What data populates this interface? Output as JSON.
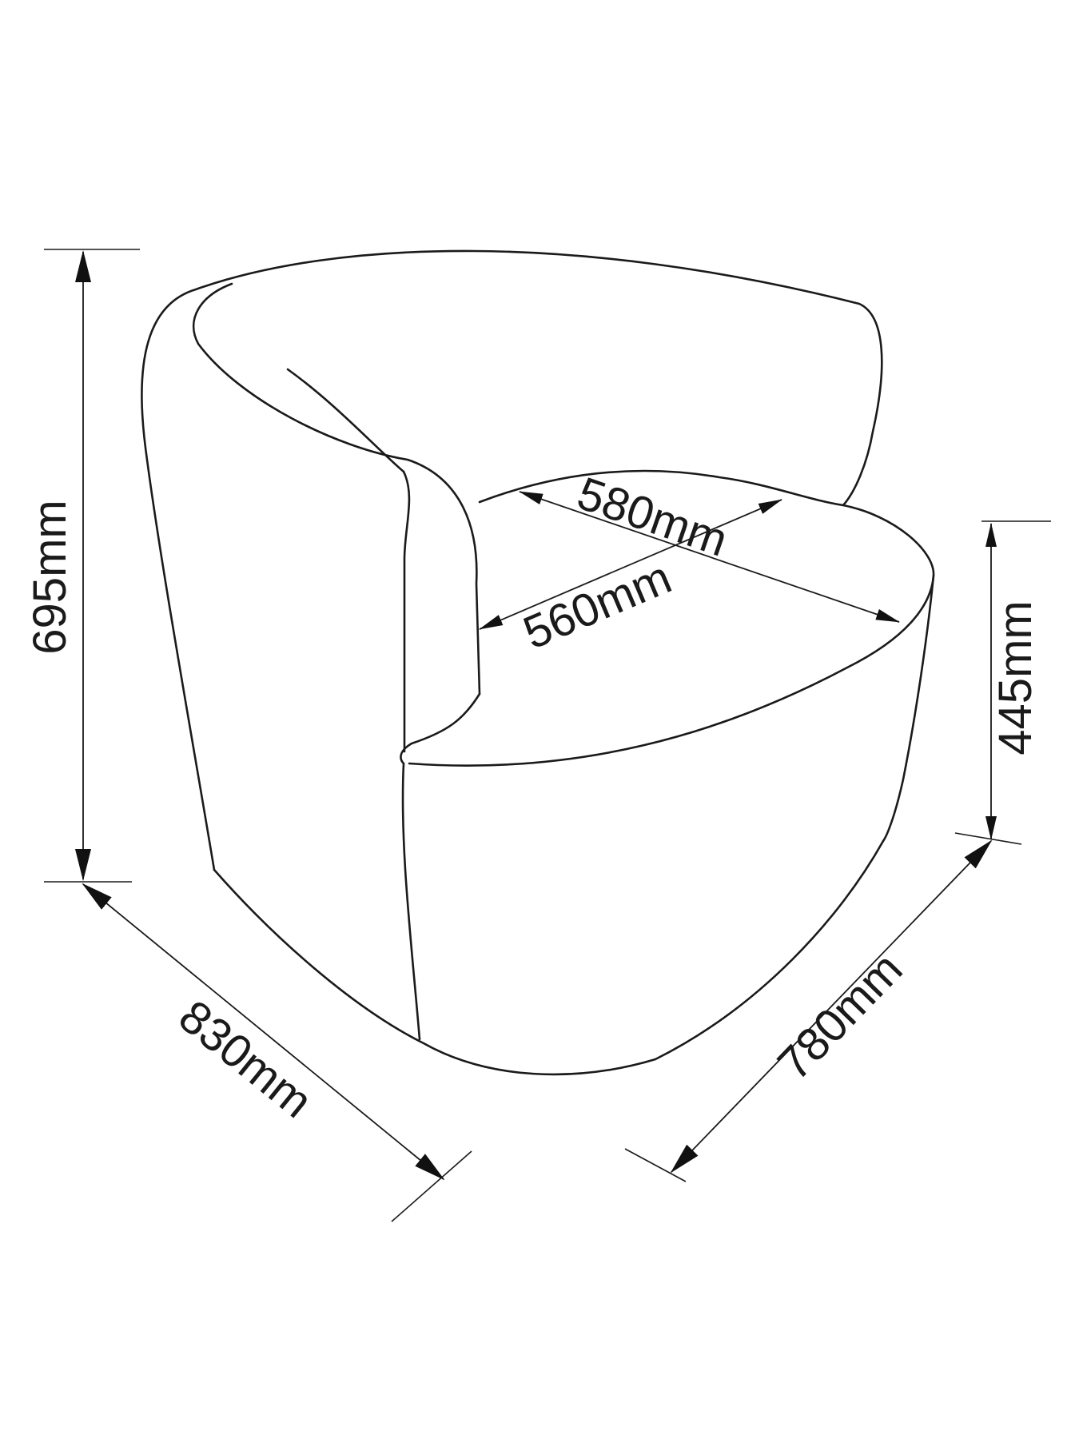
{
  "dimensions": {
    "overall_height": "695mm",
    "seat_height": "445mm",
    "seat_depth": "580mm",
    "seat_width": "560mm",
    "overall_width": "830mm",
    "overall_depth": "780mm"
  },
  "colors": {
    "line": "#1a1a1a",
    "background": "#ffffff"
  }
}
